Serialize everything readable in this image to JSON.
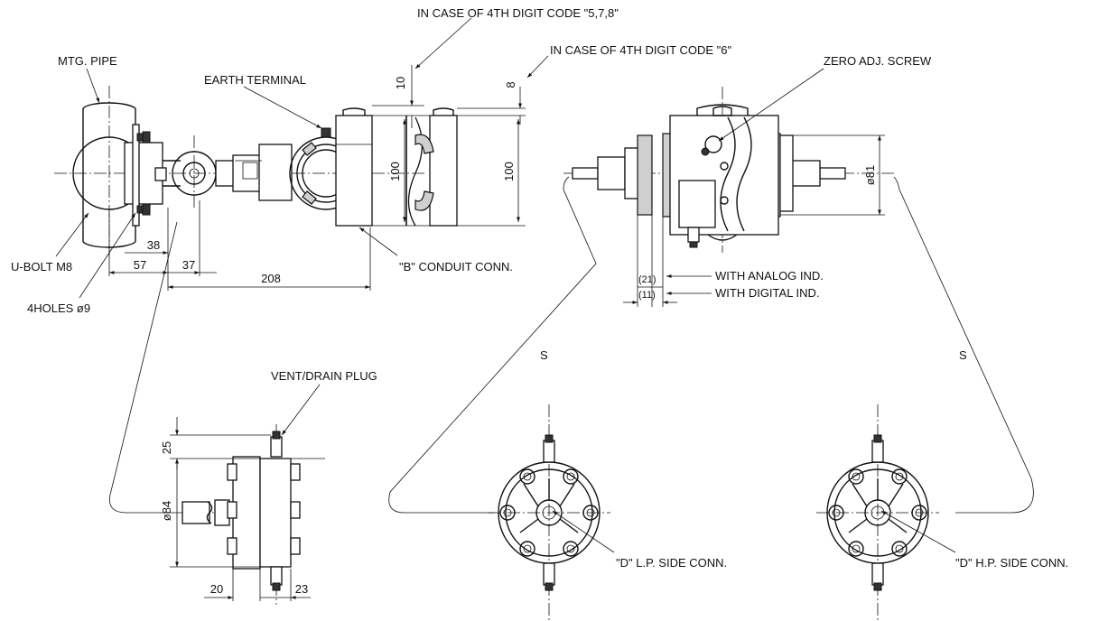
{
  "labels": {
    "code_578": "IN CASE OF 4TH DIGIT CODE \"5,7,8\"",
    "code_6": "IN CASE OF 4TH DIGIT CODE \"6\"",
    "zero_adj": "ZERO ADJ. SCREW",
    "mtg_pipe": "MTG. PIPE",
    "earth_terminal": "EARTH TERMINAL",
    "u_bolt": "U-BOLT M8",
    "four_holes": "4HOLES ø9",
    "conduit": "\"B\" CONDUIT CONN.",
    "analog_ind": "WITH ANALOG IND.",
    "digital_ind": "WITH DIGITAL IND.",
    "vent_drain": "VENT/DRAIN PLUG",
    "lp_side": "\"D\" L.P. SIDE  CONN.",
    "hp_side": "\"D\" H.P. SIDE  CONN.",
    "s_left": "S",
    "s_right": "S"
  },
  "dims": {
    "d10": "10",
    "d8": "8",
    "d100a": "100",
    "d100b": "100",
    "d81": "ø81",
    "d38": "38",
    "d57": "57",
    "d37": "37",
    "d208": "208",
    "d21": "(21)",
    "d11": "(11)",
    "d25": "25",
    "d84": "ø84",
    "d20": "20",
    "d23": "23"
  }
}
